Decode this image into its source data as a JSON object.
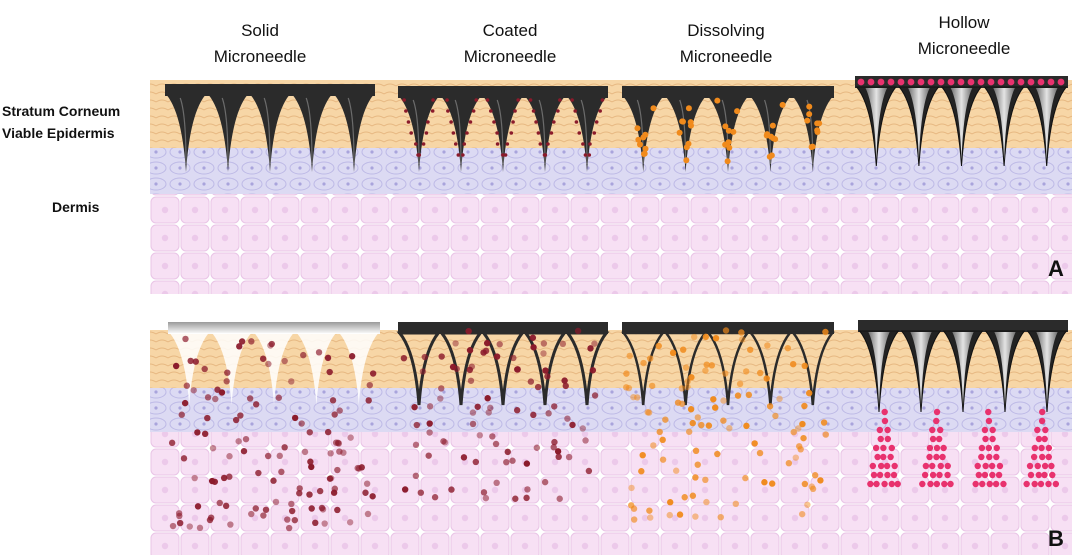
{
  "columns": [
    {
      "line1": "Solid",
      "line2": "Microneedle",
      "particle_color": "#8b1a2b"
    },
    {
      "line1": "Coated",
      "line2": "Microneedle",
      "particle_color": "#8b1a2b"
    },
    {
      "line1": "Dissolving",
      "line2": "Microneedle",
      "particle_color": "#f08a1c"
    },
    {
      "line1": "Hollow",
      "line2": "Microneedle",
      "particle_color": "#e8326e"
    }
  ],
  "layers": {
    "stratum_corneum": "Stratum Corneum",
    "viable_epidermis": "Viable Epidermis",
    "dermis": "Dermis"
  },
  "panels": {
    "top": "A",
    "bottom": "B"
  },
  "colors": {
    "epidermis": "#f6d3a1",
    "viable_layer": "#d9d6f2",
    "dermis": "#f6ddf3",
    "needle_dark": "#2b2b2b",
    "needle_light": "#cfcfcf"
  }
}
